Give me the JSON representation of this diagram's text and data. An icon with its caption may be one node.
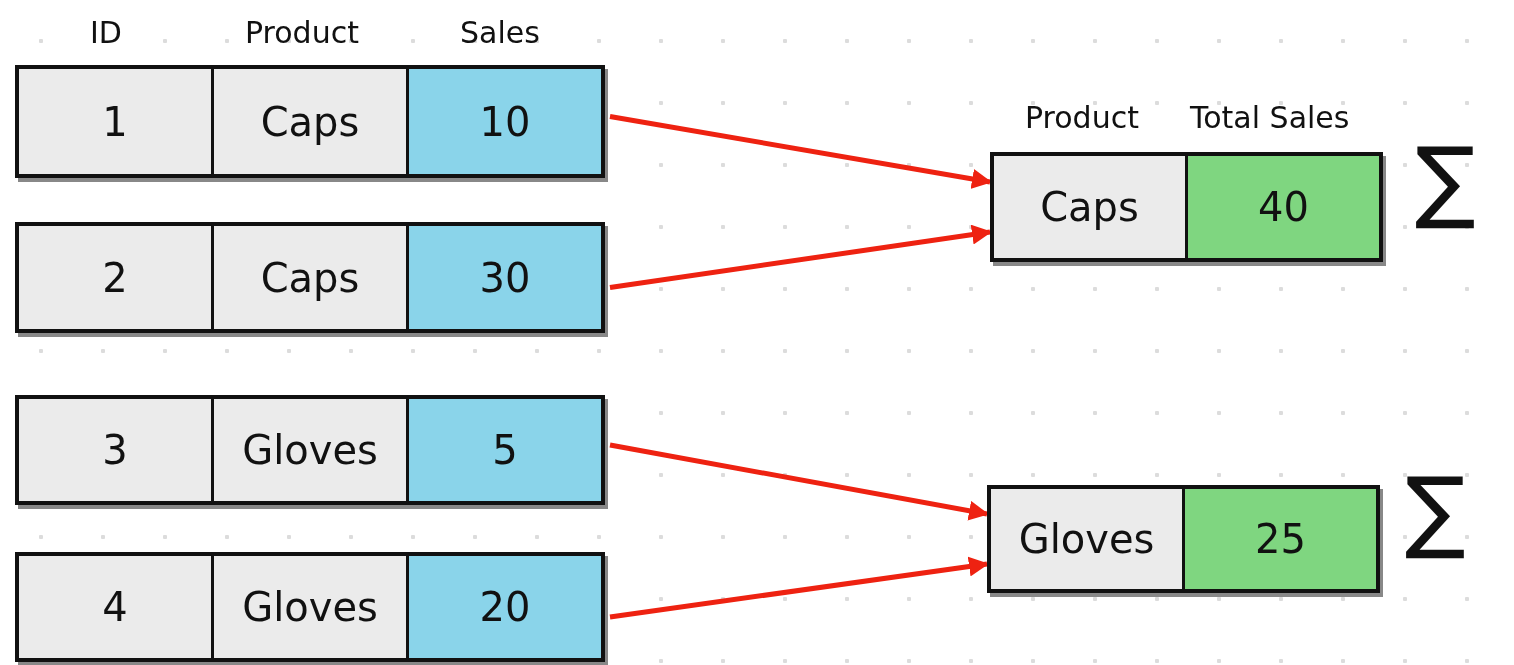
{
  "diagram": {
    "nodes": [
      {
        "text": [
          "1",
          "Caps",
          "10"
        ]
      },
      {
        "text": [
          "2",
          "Caps",
          "30"
        ]
      },
      {
        "text": [
          "3",
          "Gloves",
          "5"
        ]
      },
      {
        "text": [
          "4",
          "Gloves",
          "20"
        ]
      },
      {
        "text": [
          "Caps",
          "40"
        ]
      },
      {
        "text": [
          "Gloves",
          "25"
        ]
      }
    ],
    "edges": [
      {
        "from": 0,
        "to": 4,
        "arrow": "to"
      },
      {
        "from": 1,
        "to": 4,
        "arrow": "to"
      },
      {
        "from": 2,
        "to": 5,
        "arrow": "to"
      },
      {
        "from": 3,
        "to": 5,
        "arrow": "to"
      }
    ],
    "labels": [
      "ID",
      "Product",
      "Sales",
      "Product",
      "Total Sales",
      "∑",
      "∑"
    ]
  }
}
